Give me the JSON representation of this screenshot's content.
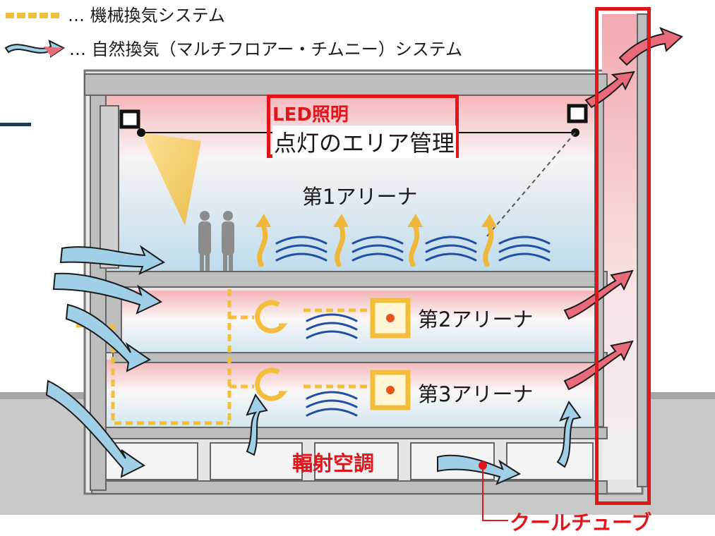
{
  "legend": {
    "mechanical": "… 機械換気システム",
    "natural": "… 自然換気（マルチフロアー・チムニー）システム"
  },
  "callouts": {
    "led_title": "LED照明",
    "led_subtitle": "点灯のエリア管理",
    "radiant": "輻射空調",
    "cool_tube": "クールチューブ"
  },
  "floors": {
    "arena1": "第1アリーナ",
    "arena2": "第2アリーナ",
    "arena3": "第3アリーナ"
  },
  "colors": {
    "highlight_red": "#e4141b",
    "mechanical_yellow": "#f3bf3a",
    "natural_arrow_blue": "#9fd0e8",
    "exhaust_arrow_red": "#e96a78",
    "air_wave_blue": "#1f4fa6",
    "structure_gray": "#b8b8b8"
  }
}
